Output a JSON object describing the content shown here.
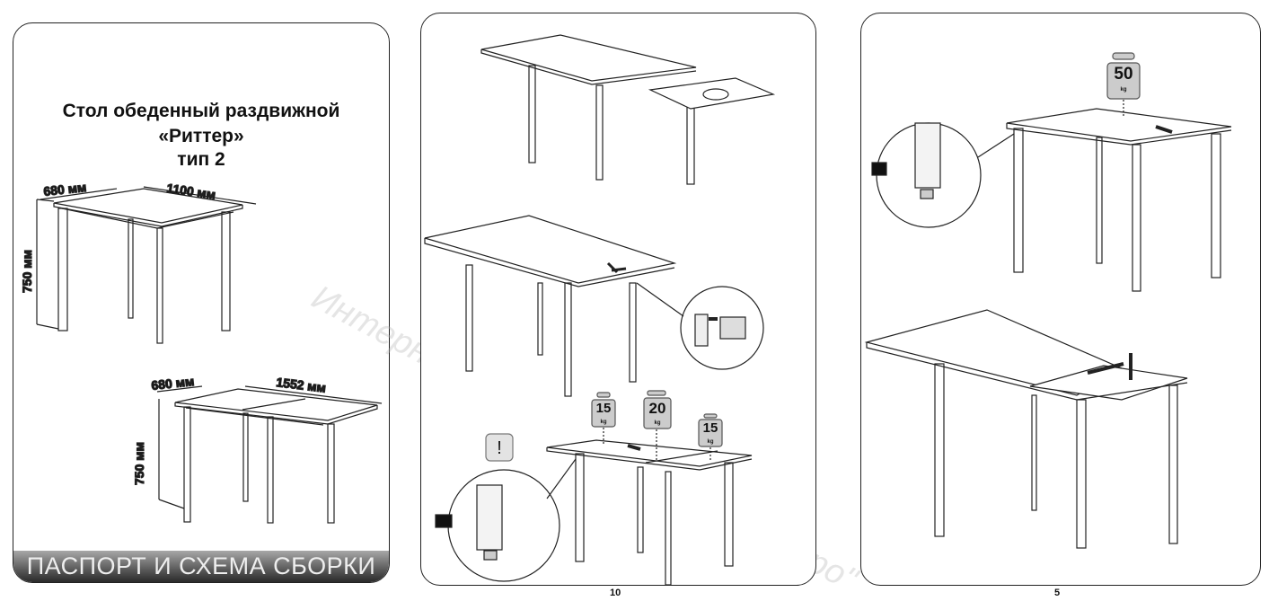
{
  "cover": {
    "title_line1": "Стол обеденный раздвижной",
    "title_line2": "«Риттер»",
    "title_line3": "тип 2",
    "closed": {
      "depth": "680 мм",
      "length": "1100 мм",
      "height": "750 мм"
    },
    "open": {
      "depth": "680 мм",
      "length": "1552 мм",
      "height": "750 мм"
    },
    "banner": "ПАСПОРТ И СХЕМА СБОРКИ"
  },
  "page10": {
    "weights": [
      "15",
      "20",
      "15"
    ],
    "weight_unit": "kg",
    "warning_symbol": "!",
    "page_number": "10"
  },
  "page5": {
    "weight": "50",
    "weight_unit": "kg",
    "page_number": "5"
  },
  "watermark": "Интернет магазин мебели \"Аллегро\""
}
